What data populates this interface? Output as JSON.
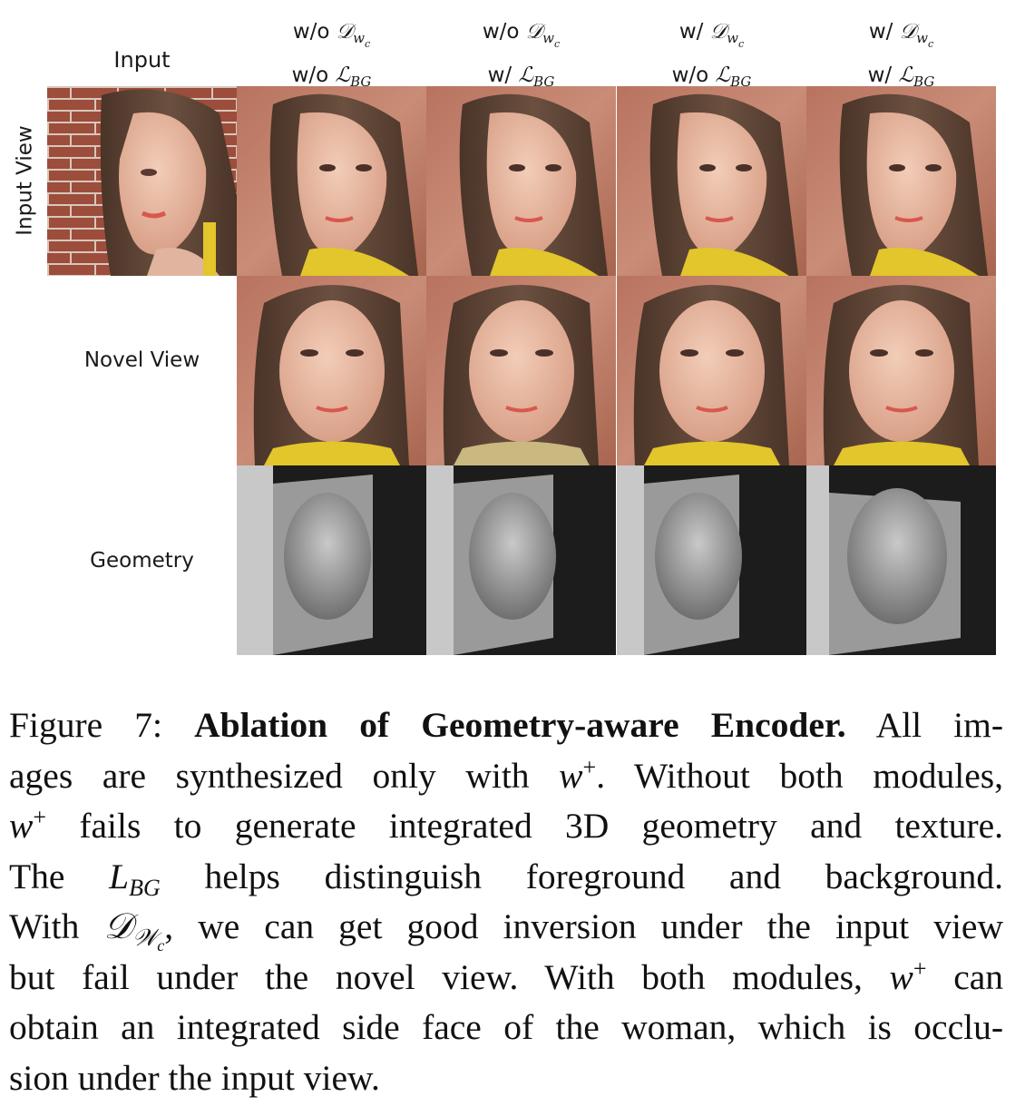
{
  "columns": {
    "input": "Input",
    "c1": {
      "line1_pre": "w/o ",
      "line1_sym": "𝒟",
      "line1_sub": "w",
      "line1_subsub": "c",
      "line2_pre": "w/o ",
      "line2_sym": "ℒ",
      "line2_sub": "BG"
    },
    "c2": {
      "line1_pre": "w/o ",
      "line1_sym": "𝒟",
      "line1_sub": "w",
      "line1_subsub": "c",
      "line2_pre": "w/ ",
      "line2_sym": "ℒ",
      "line2_sub": "BG"
    },
    "c3": {
      "line1_pre": "w/ ",
      "line1_sym": "𝒟",
      "line1_sub": "w",
      "line1_subsub": "c",
      "line2_pre": "w/o ",
      "line2_sym": "ℒ",
      "line2_sub": "BG"
    },
    "c4": {
      "line1_pre": "w/ ",
      "line1_sym": "𝒟",
      "line1_sub": "w",
      "line1_subsub": "c",
      "line2_pre": "w/ ",
      "line2_sym": "ℒ",
      "line2_sub": "BG"
    }
  },
  "rows": {
    "input_view": "Input View",
    "novel_view": "Novel View",
    "geometry": "Geometry"
  },
  "caption": {
    "label": "Figure 7:",
    "bold": "Ablation of Geometry-aware Encoder.",
    "l1_tail": "All im-",
    "l2_pre": "ages are synthesized only with",
    "w": "w",
    "plus": "+",
    "l2_post": ". Without both modules,",
    "l3_post": "fails to generate integrated 3D geometry and texture.",
    "l4_pre": "The",
    "L": "L",
    "BG": "BG",
    "l4_post": "helps distinguish foreground and background.",
    "l5_pre": "With",
    "D": "𝒟",
    "W": "𝒲",
    "c": "c",
    "l5_post": ", we can get good inversion under the input view",
    "l6_pre": "but fail under the novel view.  With both modules,",
    "l6_post": "can",
    "l7": "obtain an integrated side face of the woman, which is occlu-",
    "l8": "sion under the input view."
  },
  "colors": {
    "brick": "#9a4a3a",
    "background_texture": "#b57a66",
    "skin": "#e8b9a2",
    "hair": "#5a4232",
    "shirt": "#e3c52c",
    "geometry_gray": "#8c8c8c",
    "geometry_bg": "#1c1c1c"
  }
}
